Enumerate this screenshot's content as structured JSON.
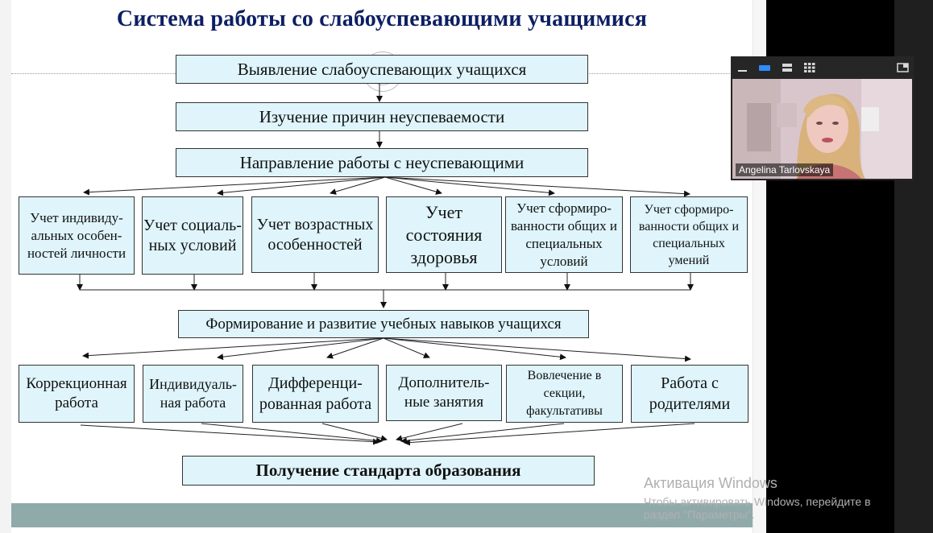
{
  "slide": {
    "title": "Система работы со слабоуспевающими учащимися",
    "step1": "Выявление слабоуспевающих учащихся",
    "step2": "Изучение причин неуспеваемости",
    "step3": "Направление работы с неуспевающими",
    "factors": [
      "Учет индивиду-альных особен-ностей личности",
      "Учет социаль-ных условий",
      "Учет возрастных особенностей",
      "Учет состояния здоровья",
      "Учет сформиро-ванности общих и специальных условий",
      "Учет сформиро-ванности общих и специальных умений"
    ],
    "middle": "Формирование и развитие учебных навыков учащихся",
    "forms": [
      "Коррекционная работа",
      "Индивидуаль-ная работа",
      "Дифференци-рованная работа",
      "Дополнитель-ные занятия",
      "Вовлечение в секции, факультативы",
      "Работа с родителями"
    ],
    "result": "Получение стандарта образования"
  },
  "video": {
    "participant_name": "Angelina Tarlovskaya",
    "icons": [
      "minimize-icon",
      "speaker-view-icon",
      "strip-view-icon",
      "gallery-view-icon",
      "exit-fullscreen-icon"
    ]
  },
  "watermark": {
    "line1": "Активация Windows",
    "line2": "Чтобы активировать Windows, перейдите в",
    "line3": "раздел \"Параметры\"."
  },
  "colors": {
    "title": "#0d1f63",
    "box_fill": "#dff5fb",
    "footer_bar": "#90aaaa"
  }
}
